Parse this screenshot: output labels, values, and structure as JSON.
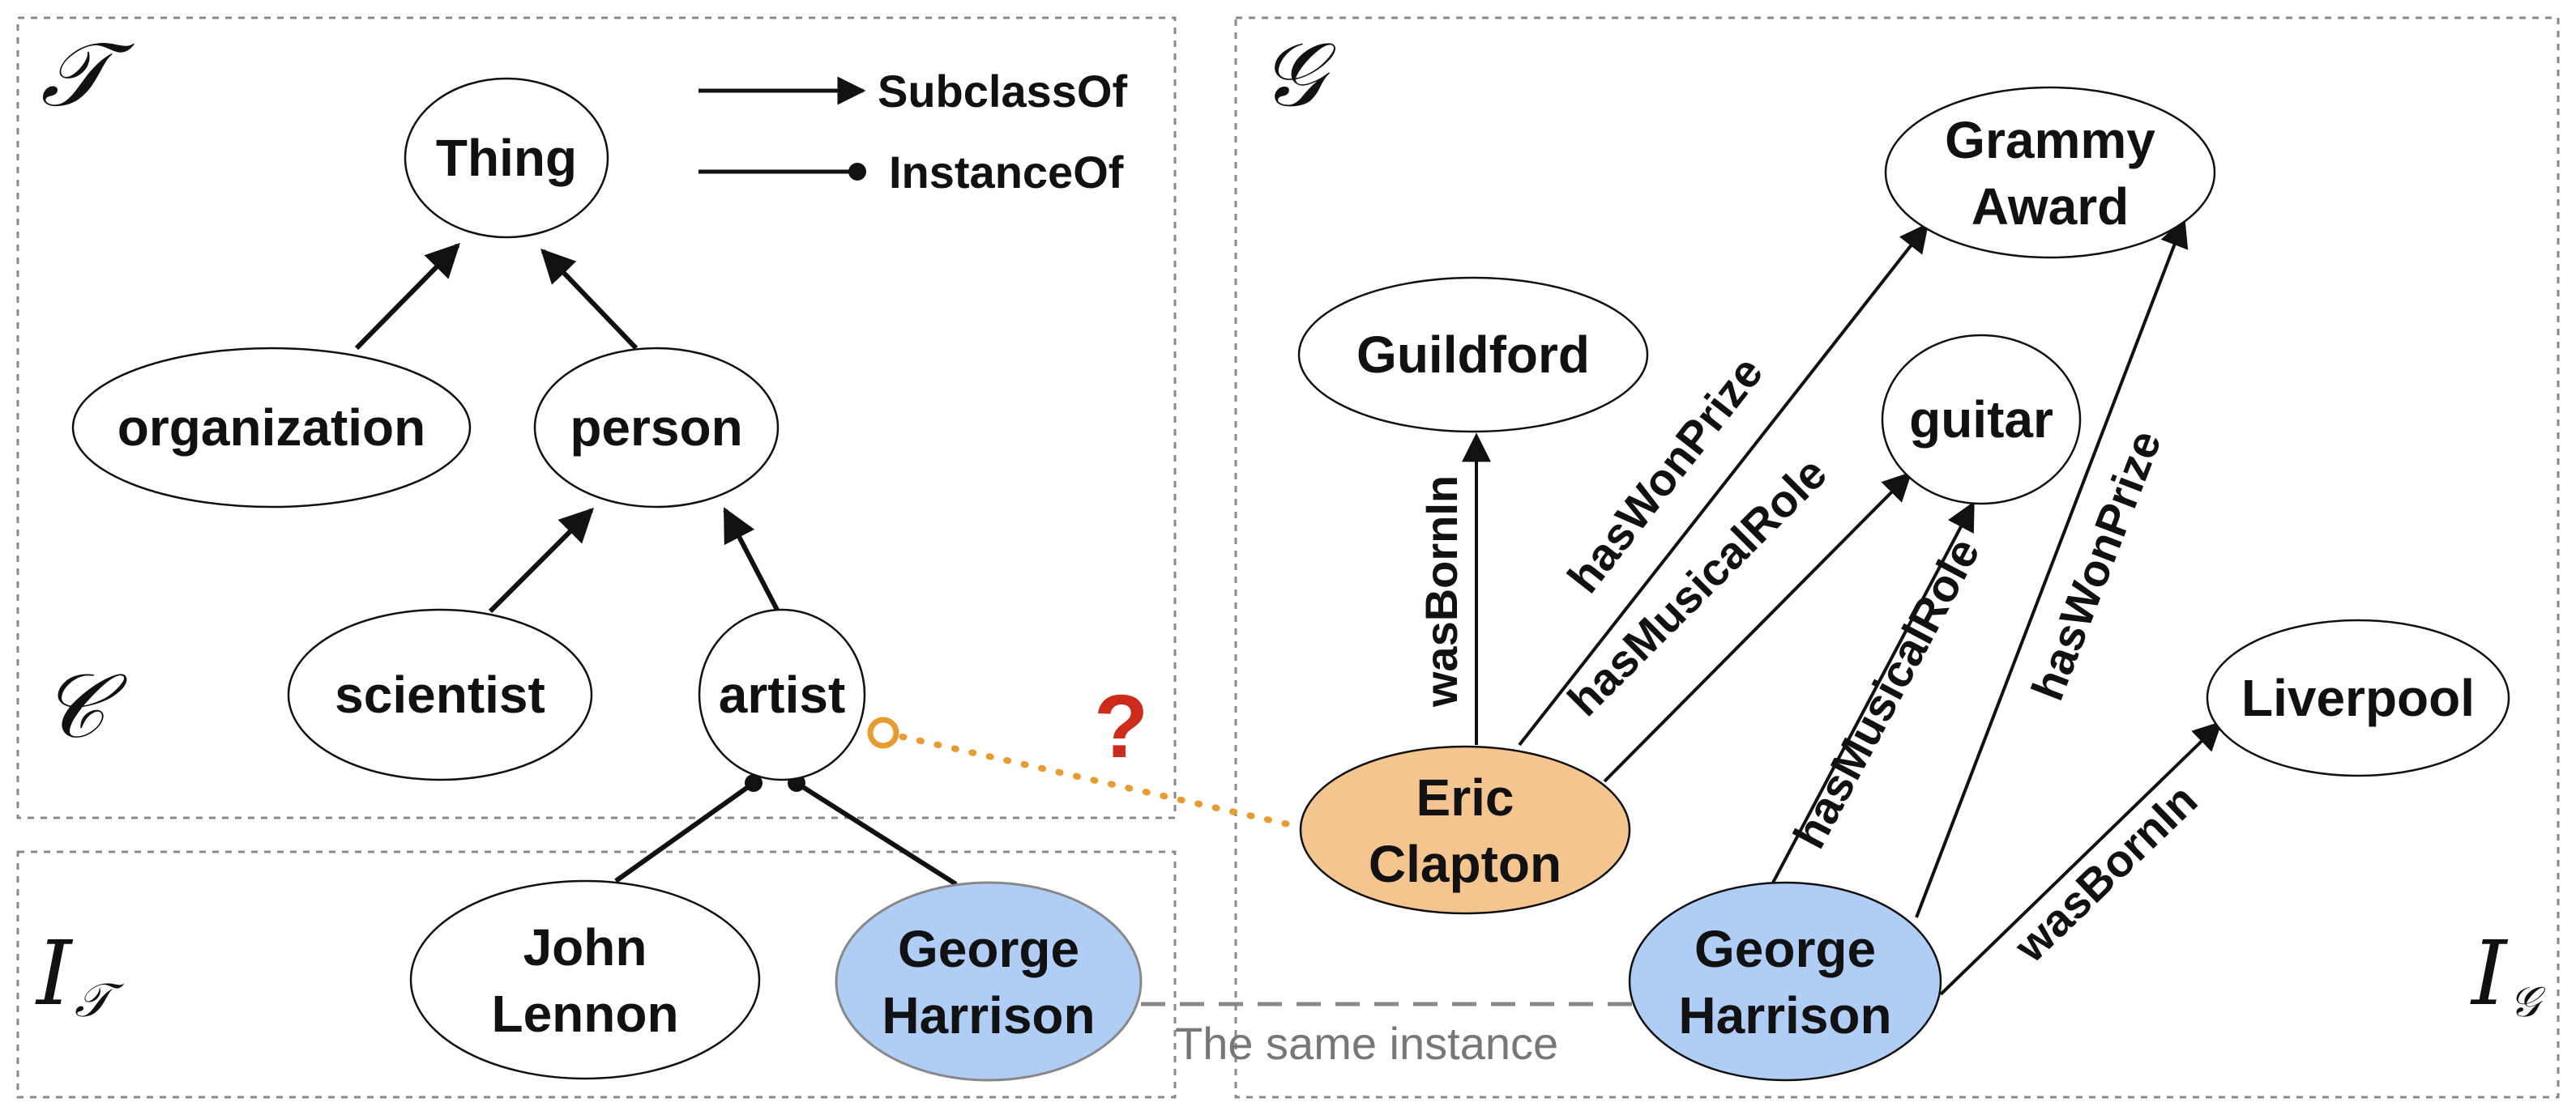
{
  "panels": {
    "taxonomy_symbol": "𝒯",
    "concept_symbol": "𝒞",
    "instance_t_main": "I",
    "instance_t_sub": "𝒯",
    "graph_symbol": "𝒢",
    "instance_g_main": "I",
    "instance_g_sub": "𝒢"
  },
  "legend": {
    "subclass": "SubclassOf",
    "instance": "InstanceOf"
  },
  "taxonomy_nodes": {
    "thing": "Thing",
    "organization": "organization",
    "person": "person",
    "scientist": "scientist",
    "artist": "artist",
    "john_l1": "John",
    "john_l2": "Lennon",
    "george_t_l1": "George",
    "george_t_l2": "Harrison"
  },
  "graph_nodes": {
    "guildford": "Guildford",
    "grammy_l1": "Grammy",
    "grammy_l2": "Award",
    "guitar": "guitar",
    "liverpool": "Liverpool",
    "eric_l1": "Eric",
    "eric_l2": "Clapton",
    "george_g_l1": "George",
    "george_g_l2": "Harrison"
  },
  "graph_edges": {
    "eric_born": "wasBornIn",
    "eric_prize": "hasWonPrize",
    "eric_role": "hasMusicalRole",
    "george_role": "hasMusicalRole",
    "george_prize": "hasWonPrize",
    "george_born": "wasBornIn"
  },
  "annotations": {
    "question": "?",
    "same_instance": "The same instance"
  },
  "colors": {
    "eric_fill": "#f5c58f",
    "george_fill": "#b0cdf6",
    "dashed_link": "#e89b2f",
    "question": "#cc2a1a",
    "same_instance_line": "#888888"
  }
}
